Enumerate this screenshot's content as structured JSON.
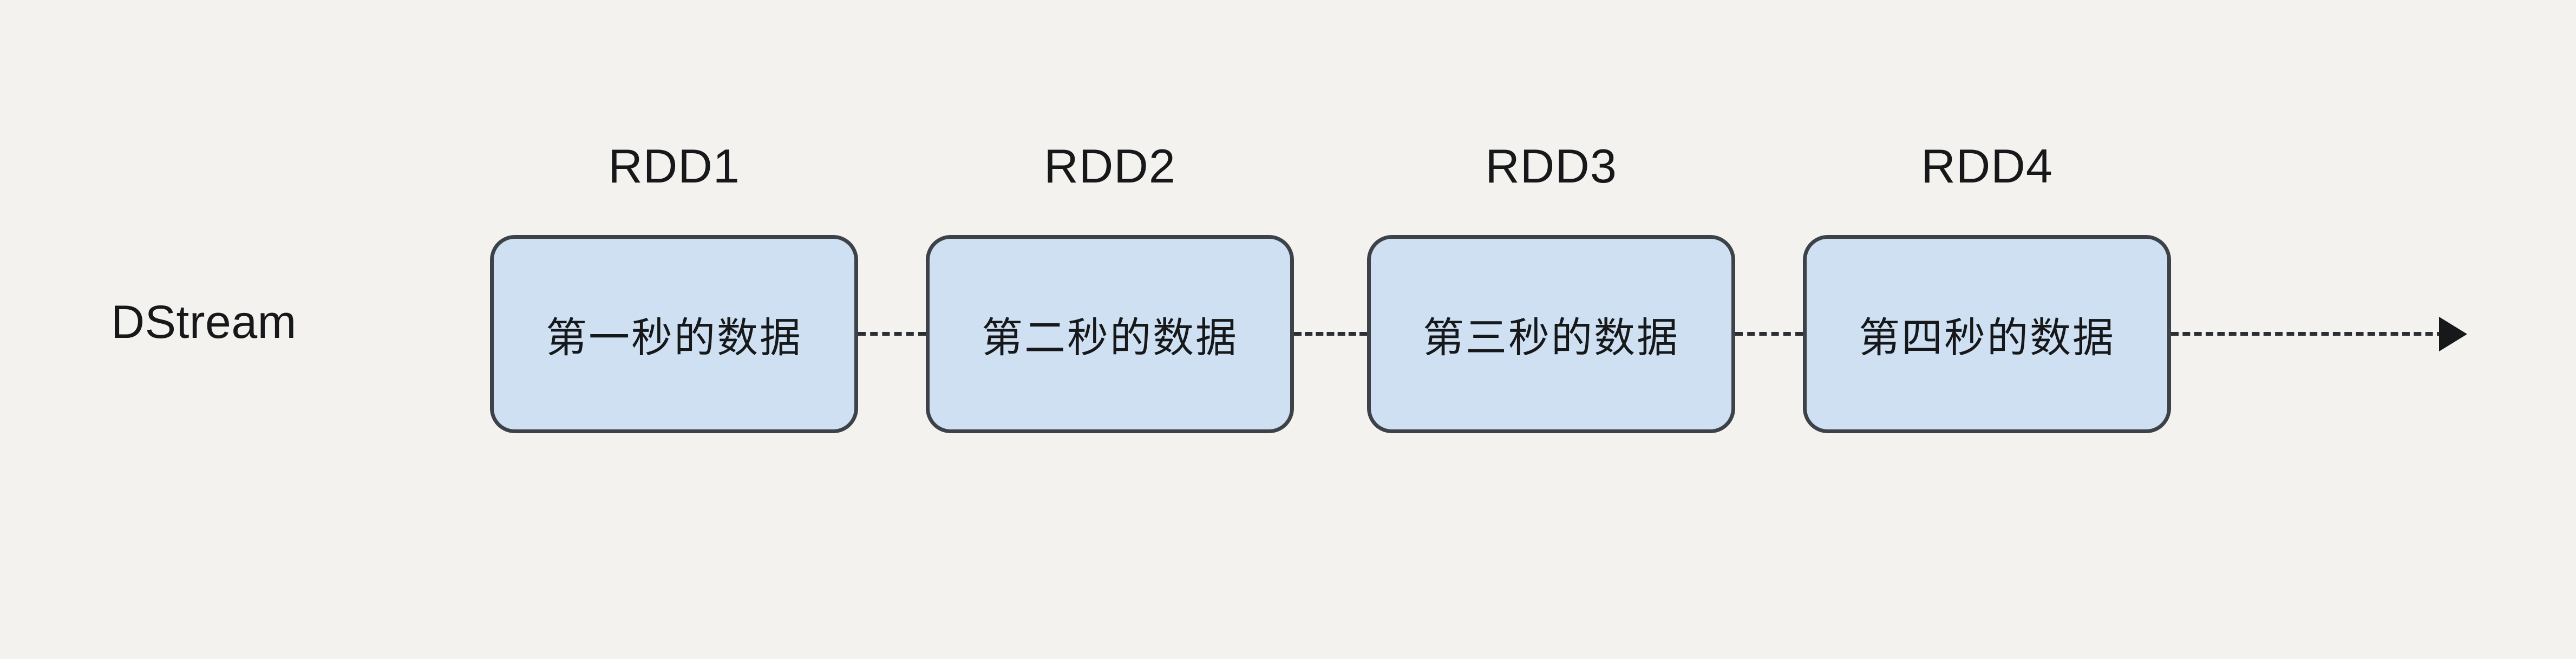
{
  "diagram": {
    "title": "DStream RDD sequence",
    "background_color": "#f4f2ee",
    "stream_label": "DStream",
    "box_fill_color": "#cfe0f3",
    "box_border_color": "#3c4248",
    "connector_color": "#2b2f33",
    "text_color": "#16181a",
    "rdd_labels": [
      {
        "name": "RDD1"
      },
      {
        "name": "RDD2"
      },
      {
        "name": "RDD3"
      },
      {
        "name": "RDD4"
      }
    ],
    "boxes": [
      {
        "text": "第一秒的数据"
      },
      {
        "text": "第二秒的数据"
      },
      {
        "text": "第三秒的数据"
      },
      {
        "text": "第四秒的数据"
      }
    ],
    "connectors": [
      {
        "style": "dashed",
        "arrowhead": false
      },
      {
        "style": "dashed",
        "arrowhead": false
      },
      {
        "style": "dashed",
        "arrowhead": false
      },
      {
        "style": "dashed",
        "arrowhead": true
      }
    ]
  }
}
